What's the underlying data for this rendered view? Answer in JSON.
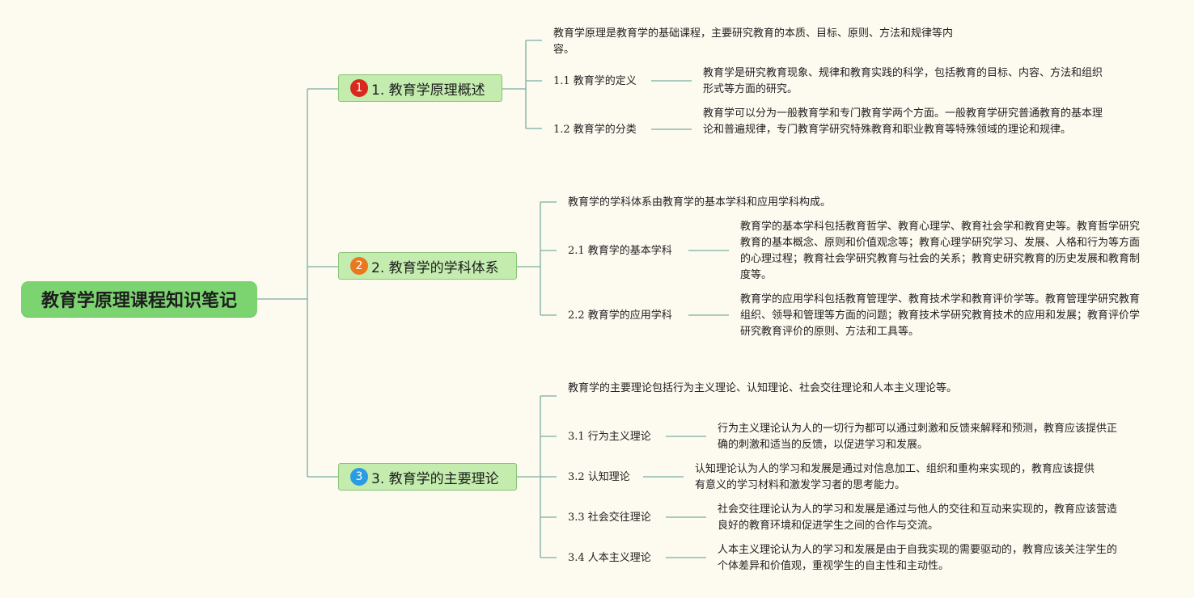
{
  "root": {
    "title": "教育学原理课程知识笔记"
  },
  "colors": {
    "background": "#fdfaf0",
    "root_fill": "#7cd471",
    "topic_fill": "#c3ecae",
    "line": "#7aaea2",
    "badge_red": "#d9281c",
    "badge_orange": "#e8791f",
    "badge_blue": "#2b9be3"
  },
  "branches": [
    {
      "badge": "1",
      "badge_icon": "number-1-red-circle-icon",
      "title": "1. 教育学原理概述",
      "summary": "教育学原理是教育学的基础课程，主要研究教育的本质、目标、原则、方法和规律等内容。",
      "children": [
        {
          "label": "1.1 教育学的定义",
          "detail": "教育学是研究教育现象、规律和教育实践的科学，包括教育的目标、内容、方法和组织形式等方面的研究。"
        },
        {
          "label": "1.2 教育学的分类",
          "detail": "教育学可以分为一般教育学和专门教育学两个方面。一般教育学研究普通教育的基本理论和普遍规律，专门教育学研究特殊教育和职业教育等特殊领域的理论和规律。"
        }
      ]
    },
    {
      "badge": "2",
      "badge_icon": "number-2-orange-circle-icon",
      "title": "2. 教育学的学科体系",
      "summary": "教育学的学科体系由教育学的基本学科和应用学科构成。",
      "children": [
        {
          "label": "2.1 教育学的基本学科",
          "detail": "教育学的基本学科包括教育哲学、教育心理学、教育社会学和教育史等。教育哲学研究教育的基本概念、原则和价值观念等；教育心理学研究学习、发展、人格和行为等方面的心理过程；教育社会学研究教育与社会的关系；教育史研究教育的历史发展和教育制度等。"
        },
        {
          "label": "2.2 教育学的应用学科",
          "detail": "教育学的应用学科包括教育管理学、教育技术学和教育评价学等。教育管理学研究教育组织、领导和管理等方面的问题；教育技术学研究教育技术的应用和发展；教育评价学研究教育评价的原则、方法和工具等。"
        }
      ]
    },
    {
      "badge": "3",
      "badge_icon": "number-3-blue-circle-icon",
      "title": "3. 教育学的主要理论",
      "summary": "教育学的主要理论包括行为主义理论、认知理论、社会交往理论和人本主义理论等。",
      "children": [
        {
          "label": "3.1 行为主义理论",
          "detail": "行为主义理论认为人的一切行为都可以通过刺激和反馈来解释和预测，教育应该提供正确的刺激和适当的反馈，以促进学习和发展。"
        },
        {
          "label": "3.2 认知理论",
          "detail": "认知理论认为人的学习和发展是通过对信息加工、组织和重构来实现的，教育应该提供有意义的学习材料和激发学习者的思考能力。"
        },
        {
          "label": "3.3 社会交往理论",
          "detail": "社会交往理论认为人的学习和发展是通过与他人的交往和互动来实现的，教育应该营造良好的教育环境和促进学生之间的合作与交流。"
        },
        {
          "label": "3.4 人本主义理论",
          "detail": "人本主义理论认为人的学习和发展是由于自我实现的需要驱动的，教育应该关注学生的个体差异和价值观，重视学生的自主性和主动性。"
        }
      ]
    }
  ]
}
